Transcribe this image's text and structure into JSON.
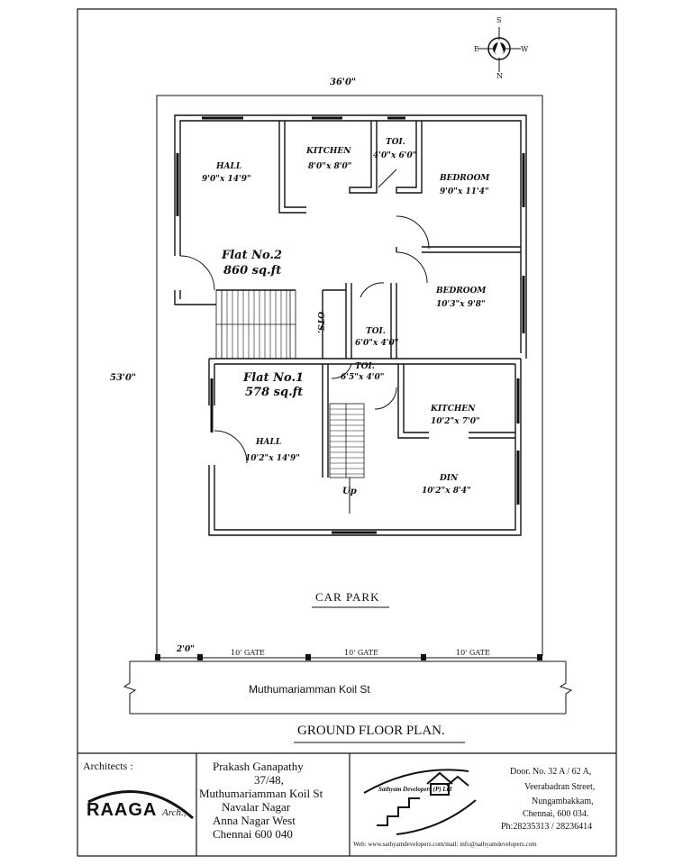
{
  "dimensions": {
    "width_label": "36'0\"",
    "depth_label": "53'0\""
  },
  "compass": {
    "n": "N",
    "s": "S",
    "e": "E",
    "w": "W"
  },
  "flat2": {
    "title": "Flat No.2",
    "area": "860 sq.ft",
    "rooms": [
      {
        "name": "HALL",
        "size": "9'0\"x 14'9\""
      },
      {
        "name": "KITCHEN",
        "size": "8'0\"x 8'0\""
      },
      {
        "name": "TOI.",
        "size": "4'0\"x 6'0\""
      },
      {
        "name": "BEDROOM",
        "size": "9'0\"x 11'4\""
      },
      {
        "name": "BEDROOM",
        "size": "10'3\"x 9'8\""
      },
      {
        "name": "TOI.",
        "size": "6'0\"x 4'0\""
      }
    ],
    "ots": "OTS."
  },
  "flat1": {
    "title": "Flat No.1",
    "area": "578 sq.ft",
    "rooms": [
      {
        "name": "TOI.",
        "size": "6'5\"x 4'0\""
      },
      {
        "name": "KITCHEN",
        "size": "10'2\"x 7'0\""
      },
      {
        "name": "HALL",
        "size": "10'2\"x 14'9\""
      },
      {
        "name": "DIN",
        "size": "10'2\"x 8'4\""
      }
    ],
    "stair_label": "Up"
  },
  "car_park": "CAR PARK",
  "gates": {
    "offset": "2'0\"",
    "labels": [
      "10' GATE",
      "10' GATE",
      "10' GATE"
    ]
  },
  "street": "Muthumariamman Koil St",
  "plan_title": "GROUND FLOOR PLAN.",
  "title_block": {
    "architects_label": "Architects :",
    "arch_logo_main": "RAAGA",
    "arch_logo_sub": "Arch.,",
    "client": {
      "name": "Prakash Ganapathy",
      "line1": "37/48,",
      "line2": "Muthumariamman Koil St",
      "line3": "Navalar Nagar",
      "line4": "Anna Nagar West",
      "line5": "Chennai 600 040"
    },
    "developer_logo": "Sathyam Developers (P) Ltd",
    "developer": {
      "line1": "Door. No. 32 A / 62 A,",
      "line2": "Veerabadran Street,",
      "line3": "Nungambakkam,",
      "line4": "Chennai, 600 034.",
      "phone": "Ph:28235313 / 28236414",
      "web": "Web: www.sathyamdevelopers.com/mail: info@sathyamdevelopers.com"
    }
  }
}
